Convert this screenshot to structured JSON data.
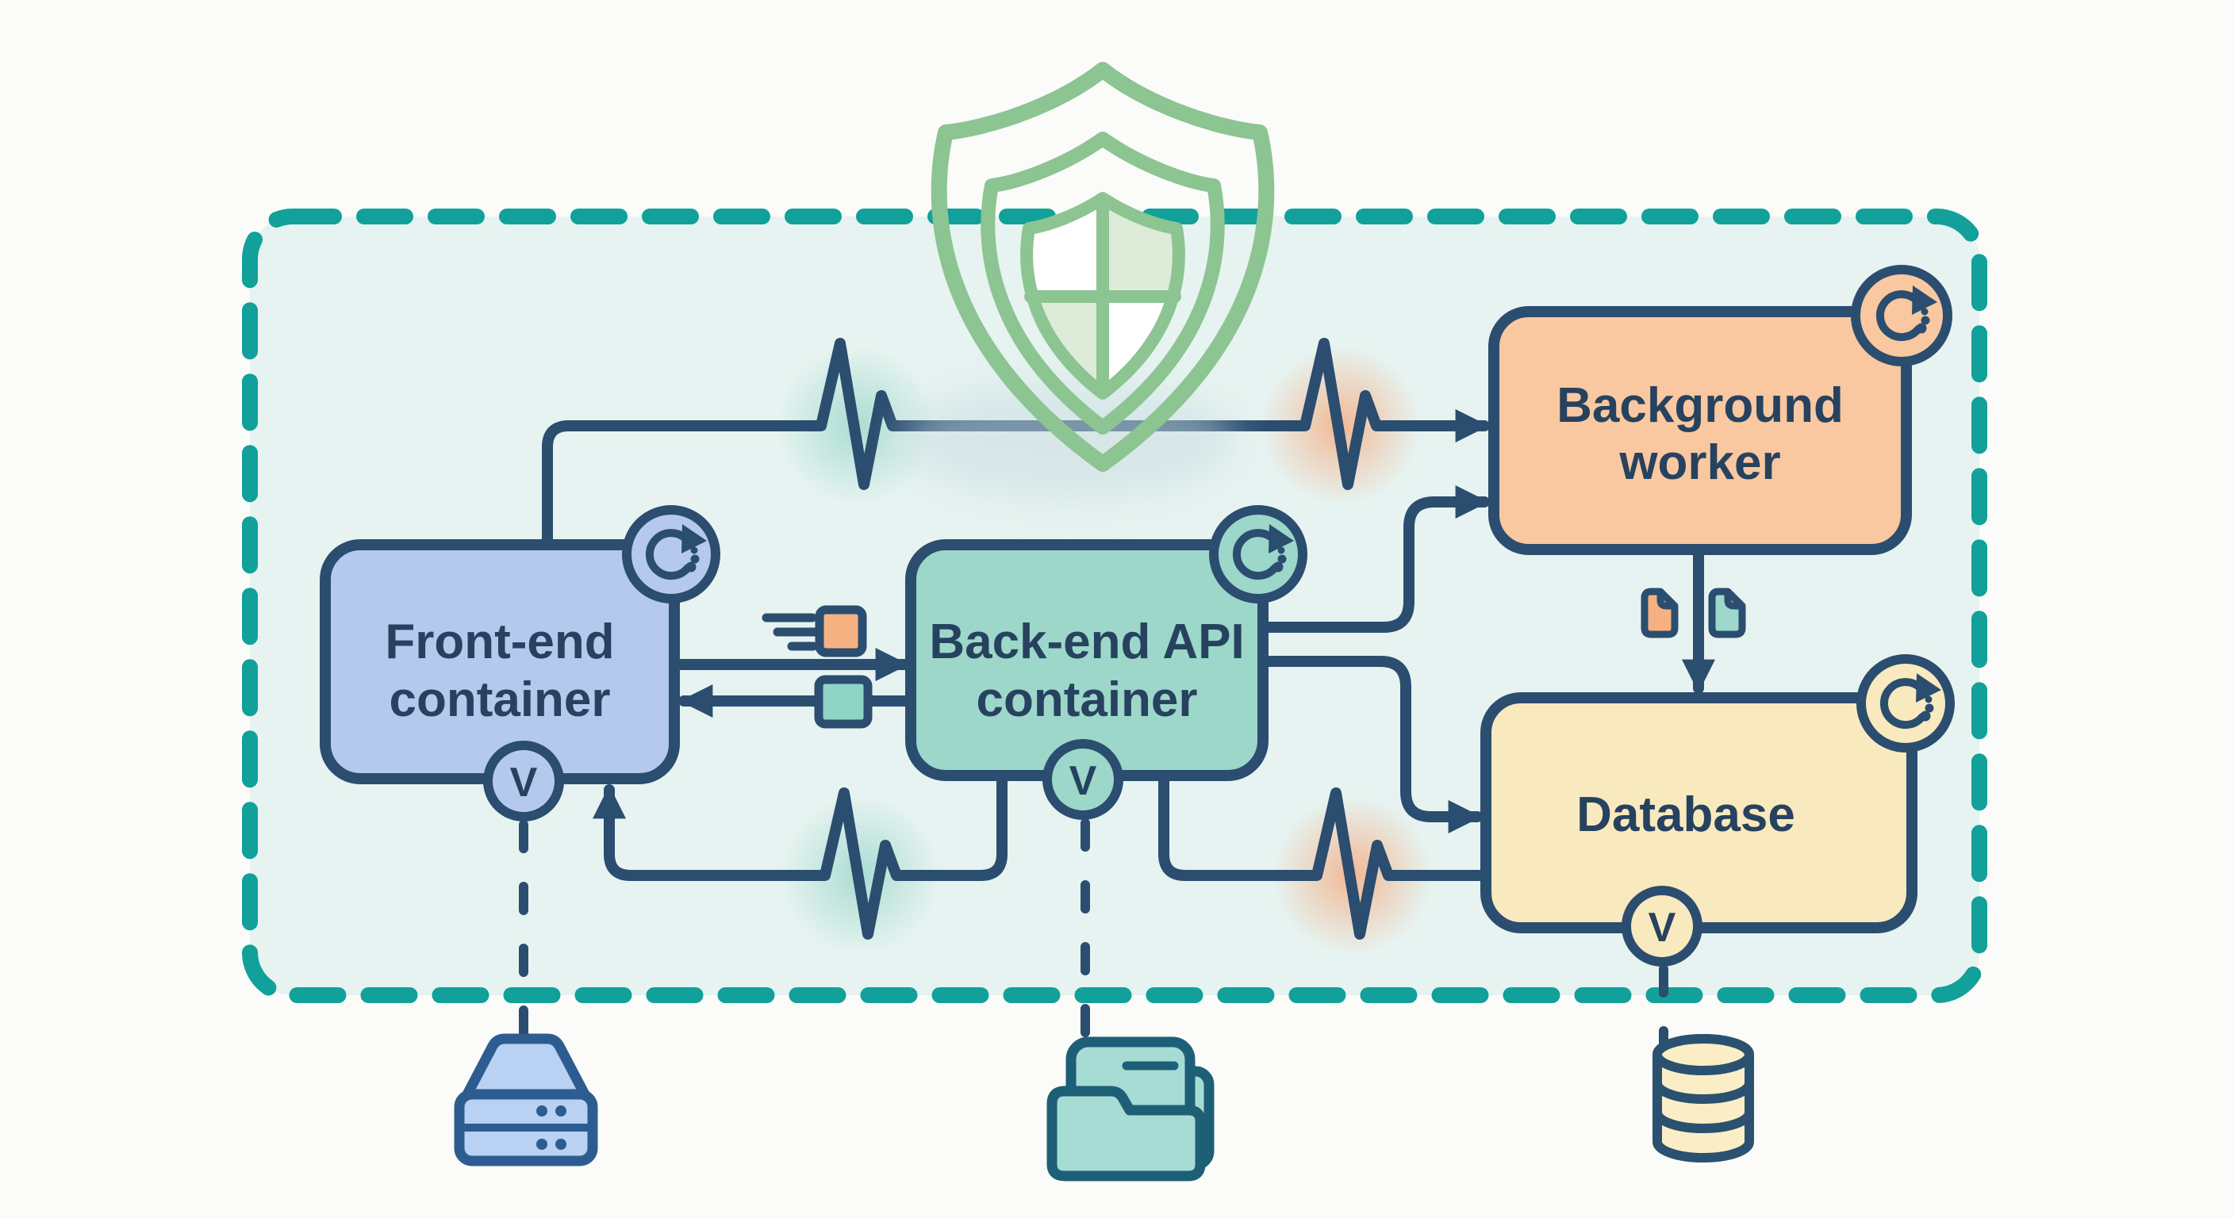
{
  "nodes": {
    "frontend": {
      "line1": "Front-end",
      "line2": "container",
      "version_badge": "V"
    },
    "backend": {
      "line1": "Back-end API",
      "line2": "container",
      "version_badge": "V"
    },
    "worker": {
      "line1": "Background",
      "line2": "worker"
    },
    "database": {
      "line1": "Database",
      "version_badge": "V"
    }
  },
  "icons": {
    "shield": "security-shield",
    "refresh_badge": "restart-circular-arrow",
    "heartbeat": "healthcheck-pulse",
    "frontend_host": "server-stack",
    "backend_files": "folder-stack",
    "database_storage": "database-cylinder",
    "job_file_left": "file-orange",
    "job_file_right": "file-teal",
    "request_marker": "orange-square",
    "response_marker": "teal-square"
  },
  "colors": {
    "page-bg": "#fbfcf9",
    "boundary-fill": "#e6f3f0",
    "boundary-stroke": "#12a09a",
    "line": "#2b4d6f",
    "text": "#27425f",
    "fe-fill": "#b5c9ee",
    "be-fill": "#9cd7ca",
    "worker-fill": "#f9c8a0",
    "db-fill": "#f9e9be",
    "shield-stroke": "#8cc492",
    "shield-tint": "#dcecd9",
    "glow-teal": "#96d5c9",
    "glow-orange": "#f5aa7e",
    "file-orange": "#f6b183",
    "file-teal": "#9cd8cc",
    "server-fill": "#b9d1f3",
    "server-stroke": "#2d5d90",
    "folder-fill": "#a6dcd3",
    "folder-stroke": "#1e5f78",
    "cyl-fill": "#fbeec6",
    "cyl-stroke": "#2b5170",
    "sq-orange": "#f6b183",
    "sq-teal": "#8fd4c4"
  }
}
